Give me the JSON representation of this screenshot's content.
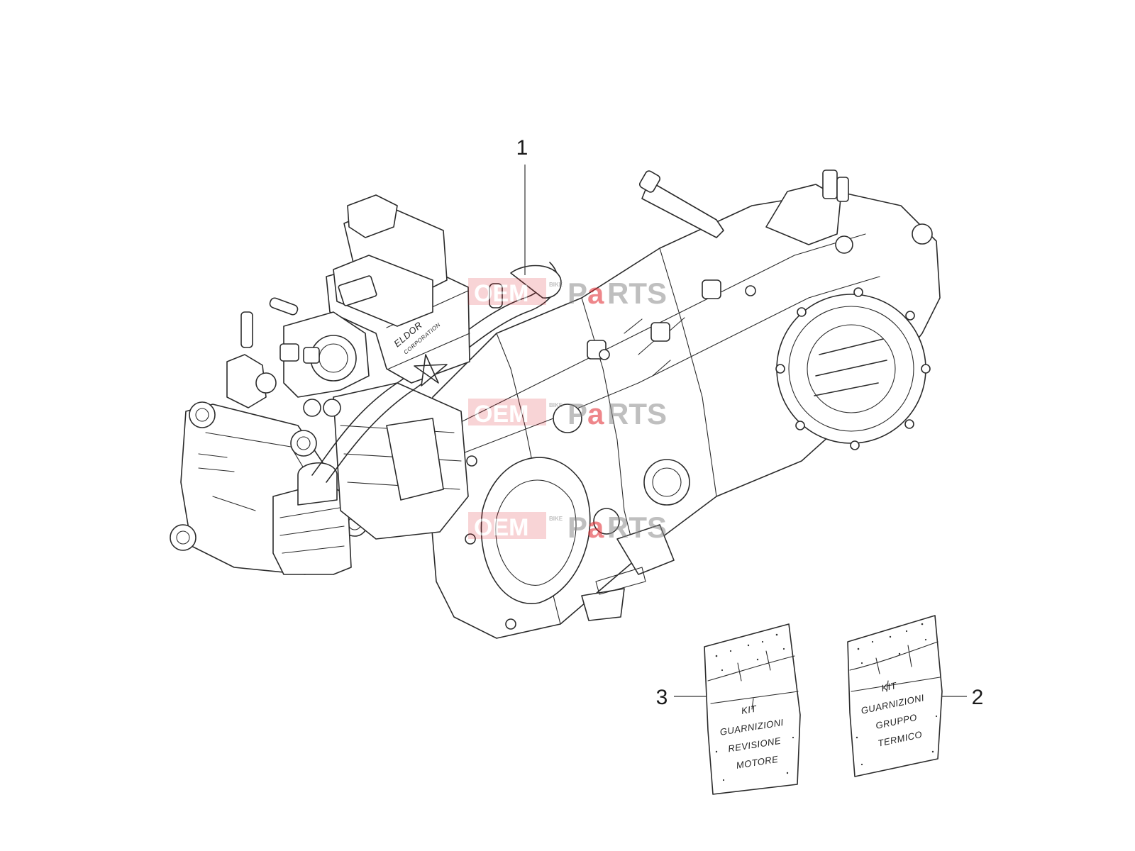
{
  "callouts": [
    {
      "id": "engine",
      "number": "1"
    },
    {
      "id": "kit-cylinder",
      "number": "2"
    },
    {
      "id": "kit-overhaul",
      "number": "3"
    }
  ],
  "kits": {
    "overhaul": {
      "lines": [
        "KIT",
        "GUARNIZIONI",
        "REVISIONE",
        "MOTORE"
      ]
    },
    "cylinder": {
      "lines": [
        "KIT",
        "GUARNIZIONI",
        "GRUPPO",
        "TERMICO"
      ]
    }
  },
  "engine_labels": {
    "brand": "ELDOR",
    "brand_sub": "CORPORATION"
  },
  "watermark": {
    "left": "OEM",
    "small": "BIKE",
    "right_a": "P",
    "right_b": "a",
    "right_c": "RTS",
    "color_red": "#e0232b",
    "color_grey": "#8a8a8a"
  },
  "colors": {
    "line": "#2b2b2b",
    "background": "#ffffff"
  }
}
